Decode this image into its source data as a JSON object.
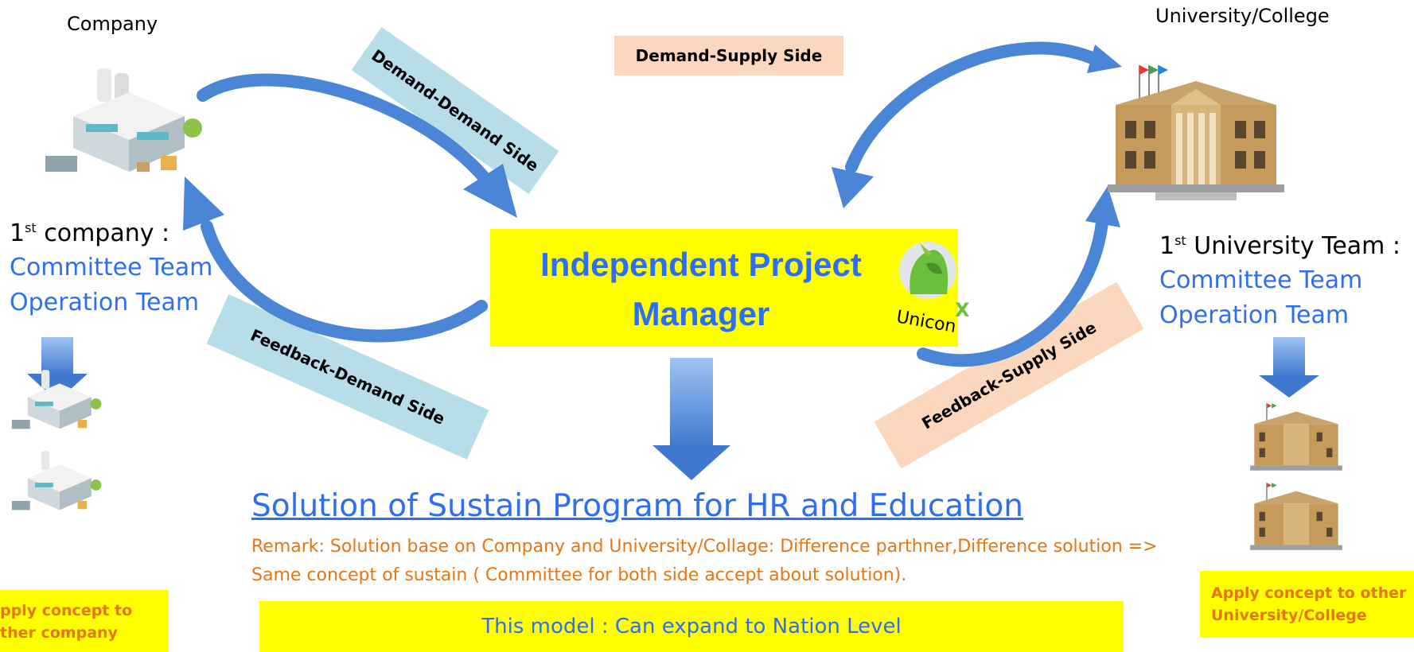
{
  "company_label": "Company",
  "university_label": "University/College",
  "demand_supply_label": "Demand-Supply Side",
  "demand_demand_label": "Demand-Demand Side",
  "feedback_demand_label": "Feedback-Demand Side",
  "feedback_supply_label": "Feedback-Supply Side",
  "left_team": {
    "title_prefix": "1",
    "title_sup": "st",
    "title_rest": " company :",
    "line1": "Committee Team",
    "line2": "Operation Team"
  },
  "right_team": {
    "title_prefix": "1",
    "title_sup": "st",
    "title_rest": " University Team :",
    "line1": "Committee Team",
    "line2": "Operation Team"
  },
  "center": {
    "line1": "Independent Project",
    "line2": "Manager",
    "logo_text": "Unicon",
    "logo_x": "X"
  },
  "solution_title": "Solution of Sustain Program for HR and Education",
  "remark": "Remark: Solution base on Company and University/Collage: Difference parthner,Difference solution => Same concept of sustain ( Committee for both side accept about solution).",
  "expand_text": "This model : Can expand to Nation Level",
  "left_apply": {
    "line1": "pply concept to",
    "line2": "ther company"
  },
  "right_apply": {
    "line1": "Apply concept to other",
    "line2": "University/College"
  },
  "colors": {
    "yellow": "#ffff00",
    "blue_text": "#2e6ef2",
    "light_blue_box": "#b7dde8",
    "peach_box": "#fad7bd",
    "orange_text": "#e87510",
    "arrow_blue": "#4a85d6"
  },
  "icons": [
    "factory-icon",
    "university-building-icon",
    "unicorn-logo-icon"
  ]
}
